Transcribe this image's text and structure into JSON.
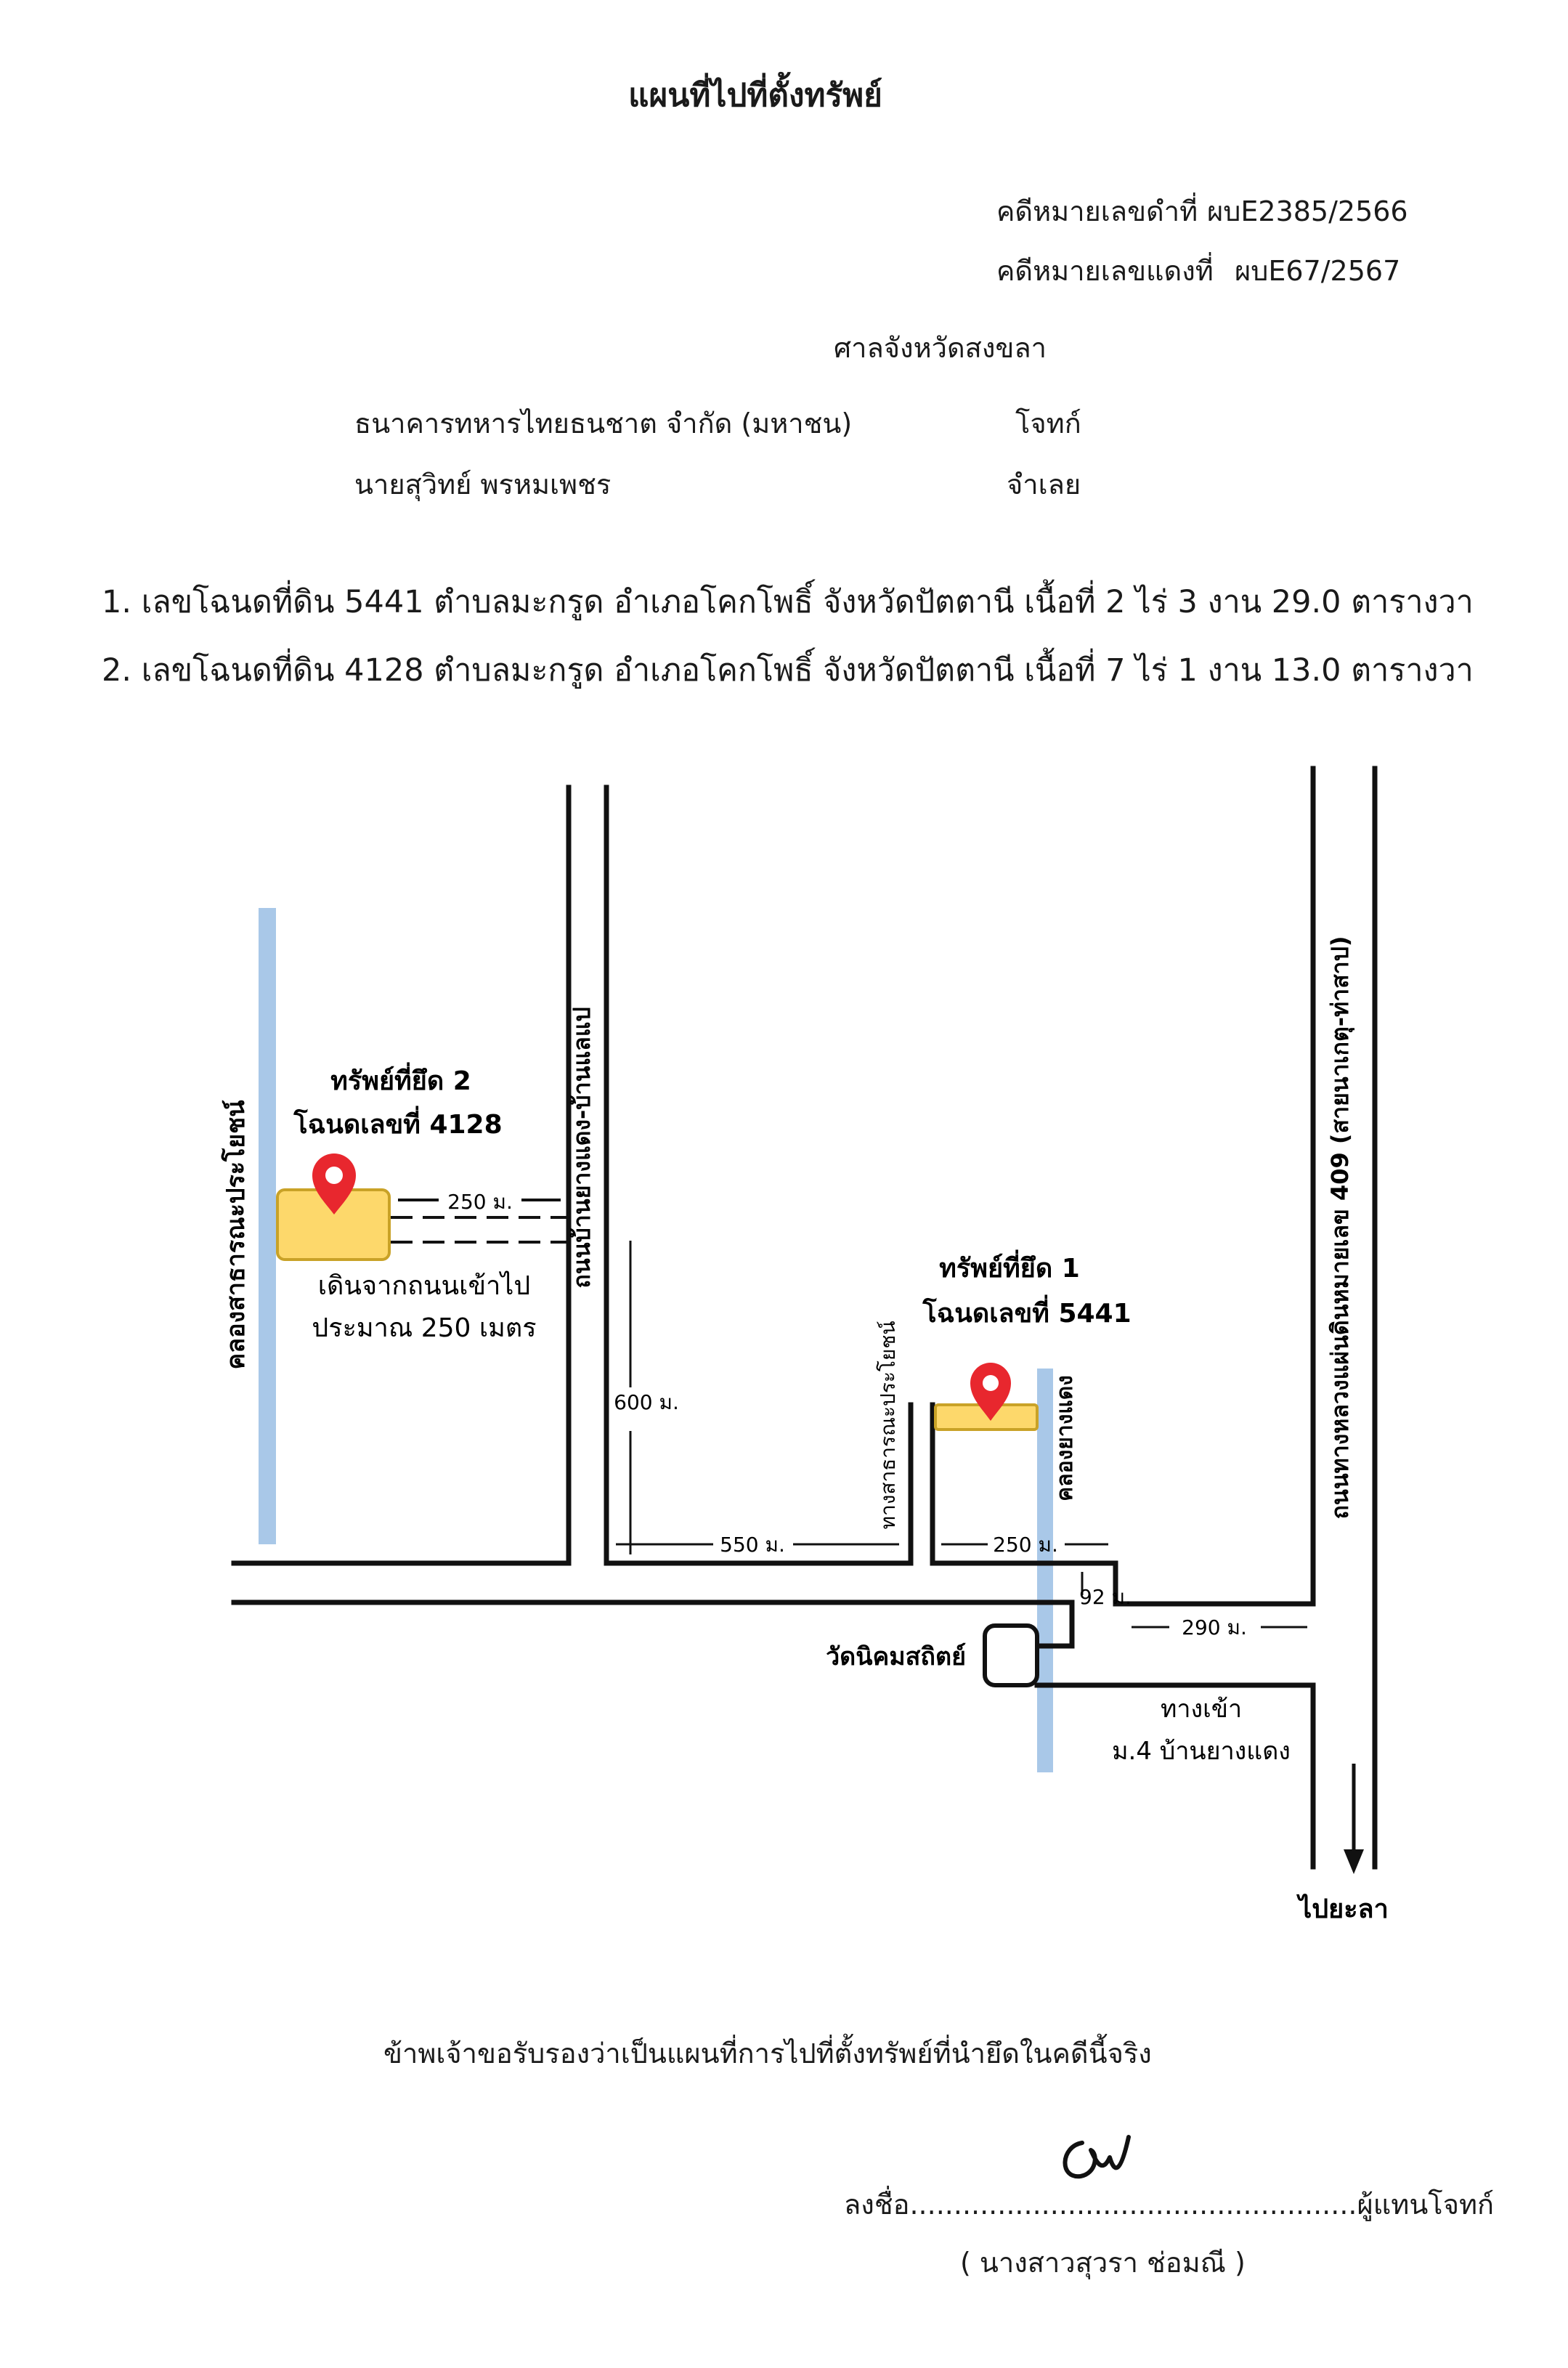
{
  "header": {
    "title": "แผนที่ไปที่ตั้งทรัพย์",
    "black_case_label": "คดีหมายเลขดำที่",
    "black_case_no": "ผบE2385/2566",
    "red_case_label": "คดีหมายเลขแดงที่",
    "red_case_no": "ผบE67/2567",
    "court": "ศาลจังหวัดสงขลา",
    "plaintiff_name": "ธนาคารทหารไทยธนชาต จำกัด (มหาชน)",
    "plaintiff_role": "โจทก์",
    "defendant_name": "นายสุวิทย์ พรหมเพชร",
    "defendant_role": "จำเลย"
  },
  "properties_list": [
    "1. เลขโฉนดที่ดิน 5441  ตำบลมะกรูด อำเภอโคกโพธิ์ จังหวัดปัตตานี เนื้อที่ 2 ไร่ 3 งาน 29.0 ตารางวา",
    "2. เลขโฉนดที่ดิน 4128  ตำบลมะกรูด อำเภอโคกโพธิ์ จังหวัดปัตตานี เนื้อที่ 7 ไร่ 1 งาน 13.0 ตารางวา"
  ],
  "map": {
    "colors": {
      "canal": "#a9c8e8",
      "plot": "#fdd86b",
      "plot_border": "#c9a227",
      "pin": "#e8272e",
      "road": "#111111"
    },
    "property2_title": "ทรัพย์ที่ยึด 2",
    "property2_deed": "โฉนดเลขที่ 4128",
    "property2_note_1": "เดินจากถนนเข้าไป",
    "property2_note_2": "ประมาณ 250 เมตร",
    "property2_dist": "250 ม.",
    "property1_title": "ทรัพย์ที่ยึด 1",
    "property1_deed": "โฉนดเลขที่ 5441",
    "canal_left": "คลองสาธารณะประโยชน์",
    "road_baen_plae": "ถนนบ้านยางแดง-บ้านแลแป",
    "dist_600": "600 ม.",
    "dist_550": "550 ม.",
    "public_path": "ทางสาธารณะประโยชน์",
    "dist_250b": "250 ม.",
    "canal_yang_daeng": "คลองยางแดง",
    "dist_92": "92 ม.",
    "dist_290": "290 ม.",
    "highway": "ถนนทางหลวงแผ่นดินหมายเลข 409 (สายนาเกตุ-ท่าสาป)",
    "temple": "วัดนิคมสถิตย์",
    "entrance_1": "ทางเข้า",
    "entrance_2": "ม.4 บ้านยางแดง",
    "to_yala": "ไปยะลา",
    "pin_icon": "map-pin-icon"
  },
  "footer": {
    "certification": "ข้าพเจ้าขอรับรองว่าเป็นแผนที่การไปที่ตั้งทรัพย์ที่นำยึดในคดีนี้จริง",
    "sign_prefix": "ลงชื่อ",
    "sign_dots": "...................................................",
    "sign_suffix": "ผู้แทนโจทก์",
    "signer": "( นางสาวสุวรา ช่อมณี )"
  }
}
